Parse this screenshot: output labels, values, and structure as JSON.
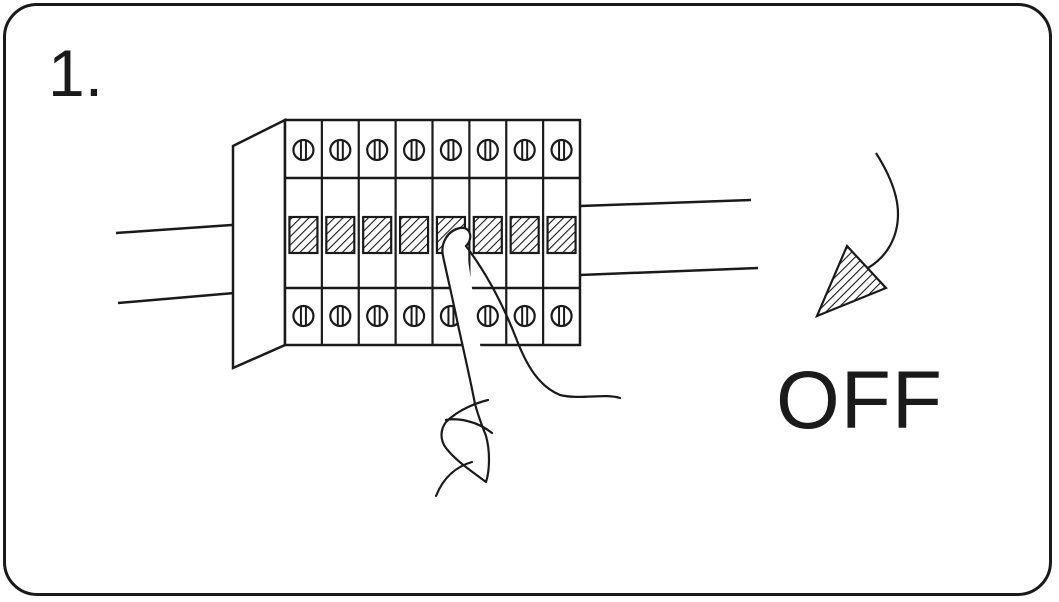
{
  "step": {
    "number": "1."
  },
  "switch": {
    "state_label": "OFF",
    "breaker_count": 8
  },
  "colors": {
    "ink": "#1a1a1a",
    "background": "#ffffff"
  },
  "icons": {
    "breaker_terminal_screw": "screw-icon",
    "pointing_hand": "hand-icon",
    "direction_arrow": "arrow-icon"
  }
}
